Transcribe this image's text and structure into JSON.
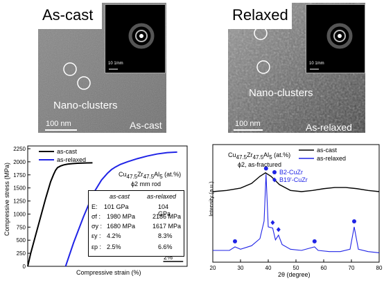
{
  "panels": {
    "as_cast_tem": {
      "title": "As-cast",
      "inset_scale": "10 1/nm",
      "nano_label": "Nano-clusters",
      "scale_bar": "100 nm",
      "corner_label": "As-cast"
    },
    "relaxed_tem": {
      "title": "Relaxed",
      "inset_scale": "10 1/nm",
      "nano_label": "Nano-clusters",
      "scale_bar": "100 nm",
      "corner_label": "As-relaxed"
    }
  },
  "colors": {
    "as_cast": "#000000",
    "as_relaxed": "#1f23e6",
    "tem_bg": "#8c8c8c",
    "diffraction_bg": "#000000"
  },
  "chart_data": [
    {
      "type": "line",
      "ylabel": "Compressive stress (MPa)",
      "xlabel": "Compressive strain (%)",
      "yticks": [
        "0",
        "250",
        "500",
        "750",
        "1000",
        "1250",
        "1500",
        "1750",
        "2000",
        "2250"
      ],
      "ylim": [
        0,
        2250
      ],
      "strain_scale_label": "2%",
      "legend": [
        "as-cast",
        "as-relaxed"
      ],
      "composition": {
        "prefix": "Cu",
        "cu_sub": "47.5",
        "zr": "Zr",
        "zr_sub": "47.5",
        "al": "Al",
        "al_sub": "5",
        "suffix": " (at.%)"
      },
      "specimen": "ϕ2 mm rod",
      "table": {
        "headers": [
          "as-cast",
          "as-relaxed"
        ],
        "rows": [
          {
            "label": "E:",
            "as_cast": "101 GPa",
            "as_relaxed": "104 GPa"
          },
          {
            "label": "σf :",
            "as_cast": "1980 MPa",
            "as_relaxed": "2186 MPa"
          },
          {
            "label": "σy :",
            "as_cast": "1680 MPa",
            "as_relaxed": "1617 MPa"
          },
          {
            "label": "εy :",
            "as_cast": "4.2%",
            "as_relaxed": "8.3%"
          },
          {
            "label": "εp :",
            "as_cast": "2.5%",
            "as_relaxed": "6.6%"
          }
        ]
      },
      "series": [
        {
          "name": "as-cast",
          "x": [
            0,
            0.3,
            0.8,
            1.3,
            1.8,
            2.3,
            2.6,
            2.8,
            3.0,
            3.3,
            3.6,
            4.0,
            4.5,
            5.0,
            5.5,
            6.0,
            6.5
          ],
          "y": [
            0,
            250,
            600,
            950,
            1300,
            1620,
            1760,
            1840,
            1890,
            1920,
            1940,
            1955,
            1965,
            1972,
            1976,
            1978,
            1980
          ]
        },
        {
          "name": "as-relaxed",
          "x": [
            3.8,
            4.6,
            5.6,
            6.6,
            7.4,
            8.0,
            8.4,
            8.8,
            9.3,
            10.0,
            11.0,
            12.0,
            13.0,
            14.0,
            15.0
          ],
          "y": [
            0,
            450,
            950,
            1400,
            1650,
            1780,
            1850,
            1900,
            1950,
            2000,
            2060,
            2110,
            2150,
            2175,
            2186
          ]
        }
      ]
    },
    {
      "type": "line",
      "ylabel": "Intensity (a.u.)",
      "xlabel": "2θ (degree)",
      "xlim": [
        20,
        80
      ],
      "xticks": [
        "20",
        "30",
        "40",
        "50",
        "60",
        "70",
        "80"
      ],
      "legend": [
        "as-cast",
        "as-relaxed"
      ],
      "composition": {
        "prefix": "Cu",
        "cu_sub": "47.5",
        "zr": "Zr",
        "zr_sub": "47.5",
        "al": "Al",
        "al_sub": "5",
        "suffix": " (at.%)"
      },
      "specimen": "ϕ2, as-fractured",
      "marker_legend": [
        "B2-CuZr",
        "B19'-CuZr"
      ],
      "b2_peaks": [
        28.0,
        39.2,
        56.7,
        71.0
      ],
      "b19_peaks": [
        41.6,
        43.7
      ],
      "series": [
        {
          "name": "as-cast",
          "x": [
            20,
            25,
            30,
            34,
            37,
            39,
            41,
            44,
            48,
            52,
            56,
            60,
            64,
            68,
            72,
            76,
            80
          ],
          "y": [
            0.6,
            0.61,
            0.63,
            0.67,
            0.73,
            0.76,
            0.73,
            0.66,
            0.61,
            0.6,
            0.61,
            0.625,
            0.635,
            0.635,
            0.625,
            0.61,
            0.6
          ]
        },
        {
          "name": "as-relaxed",
          "x": [
            20,
            26,
            28,
            30,
            34,
            37,
            38.5,
            39.2,
            40,
            41.6,
            42.6,
            43.7,
            45,
            48,
            52,
            56.7,
            58,
            62,
            66,
            69.5,
            71,
            72.5,
            76,
            80
          ],
          "y": [
            0.1,
            0.1,
            0.13,
            0.11,
            0.14,
            0.2,
            0.35,
            0.75,
            0.3,
            0.29,
            0.19,
            0.23,
            0.15,
            0.11,
            0.1,
            0.13,
            0.1,
            0.09,
            0.09,
            0.11,
            0.3,
            0.11,
            0.09,
            0.08
          ]
        }
      ]
    }
  ]
}
